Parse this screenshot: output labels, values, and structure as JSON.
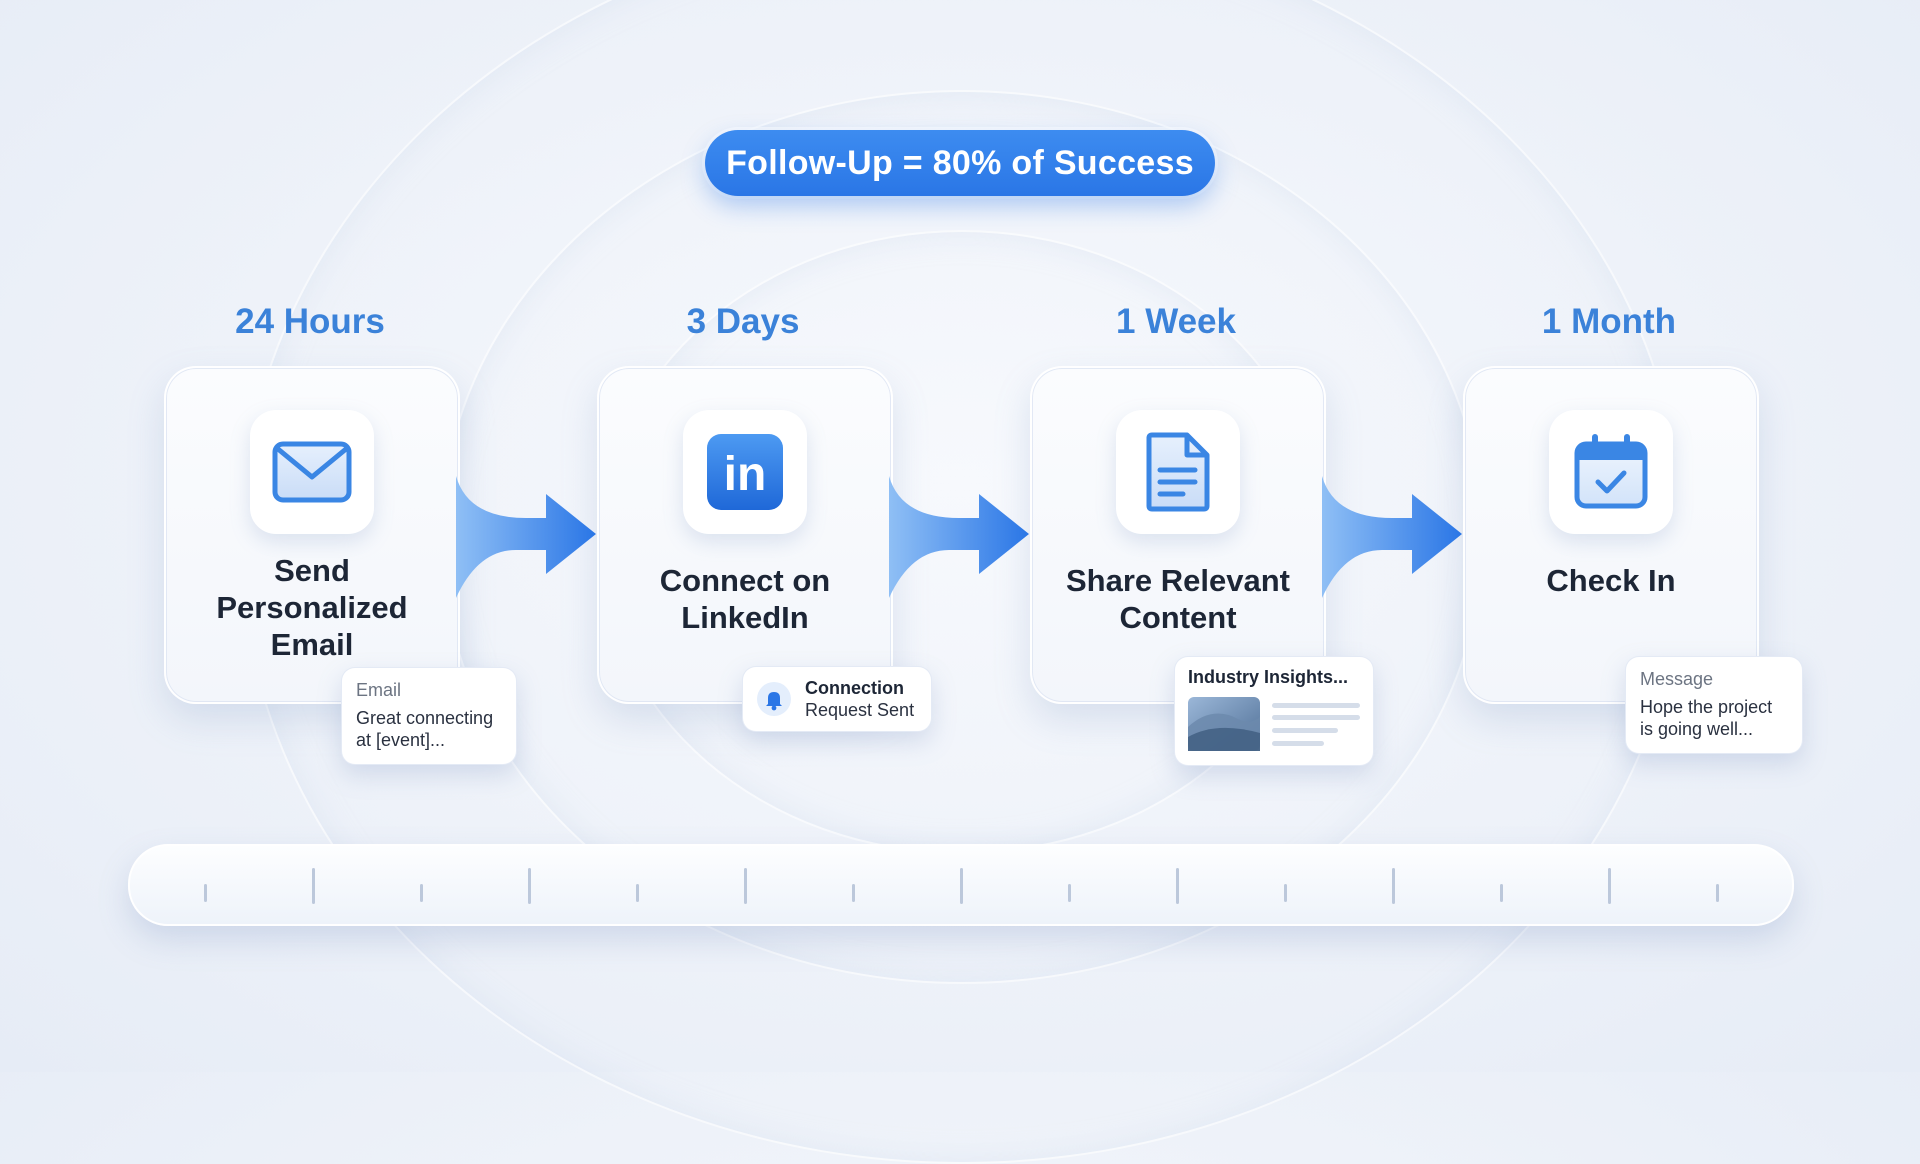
{
  "headline": "Follow-Up = 80% of Success",
  "steps": [
    {
      "time": "24 Hours",
      "title_lines": [
        "Send",
        "Personalized",
        "Email"
      ],
      "icon": "envelope-icon"
    },
    {
      "time": "3 Days",
      "title_lines": [
        "Connect on",
        "LinkedIn"
      ],
      "icon": "linkedin-icon"
    },
    {
      "time": "1 Week",
      "title_lines": [
        "Share Relevant",
        "Content"
      ],
      "icon": "document-icon"
    },
    {
      "time": "1 Month",
      "title_lines": [
        "Check In"
      ],
      "icon": "calendar-check-icon"
    }
  ],
  "notes": {
    "email": {
      "head": "Email",
      "line1": "Great connecting",
      "line2": "at [event]..."
    },
    "linkedin": {
      "line1": "Connection",
      "line2": "Request Sent",
      "icon": "bell-icon"
    },
    "content": {
      "head": "Industry Insights...",
      "icon": "image-thumbnail-icon"
    },
    "message": {
      "head": "Message",
      "line1": "Hope the project",
      "line2": "is going well..."
    }
  },
  "icons": {
    "linkedin_text": "in"
  },
  "colors": {
    "accent": "#2a76e6",
    "label": "#3b82d9",
    "text": "#1d2636"
  }
}
